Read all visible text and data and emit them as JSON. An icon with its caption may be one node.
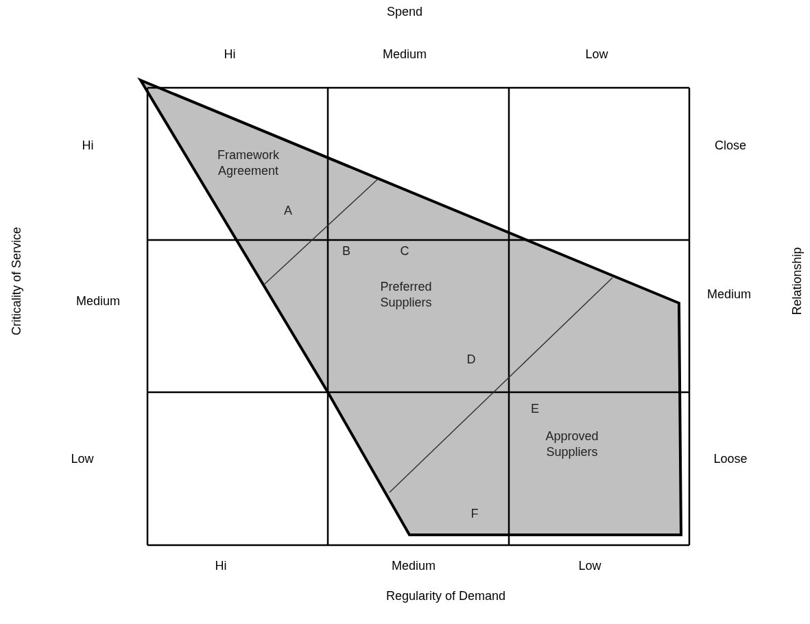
{
  "diagram": {
    "labels": [
      "Spend",
      "Hi",
      "Medium",
      "Low",
      "Hi",
      "Close",
      "Framework Agreement",
      "A",
      "B",
      "C",
      "Relationship",
      "Criticality of Service",
      "Medium",
      "Preferred Suppliers",
      "Medium",
      "D",
      "E",
      "Approved Suppliers",
      "Low",
      "Loose",
      "F",
      "Hi",
      "Medium",
      "Low",
      "Regularity of Demand"
    ]
  }
}
